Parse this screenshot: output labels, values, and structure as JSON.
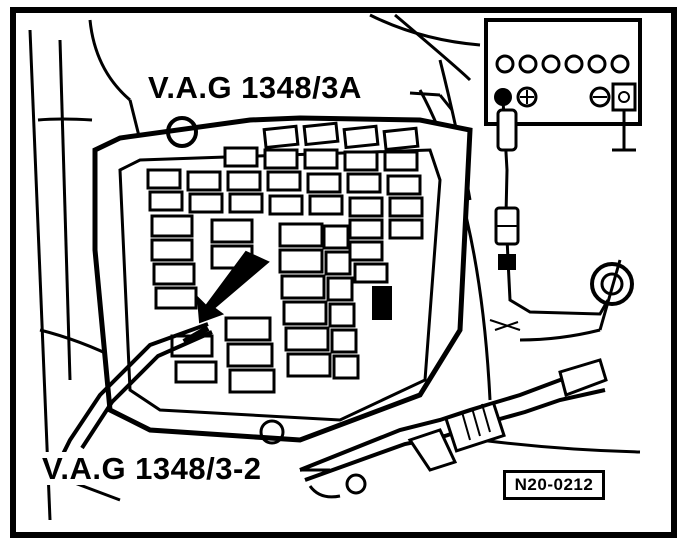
{
  "labels": {
    "tool_top": "V.A.G 1348/3A",
    "tool_bottom": "V.A.G 1348/3-2",
    "figure_id": "N20-0212"
  }
}
